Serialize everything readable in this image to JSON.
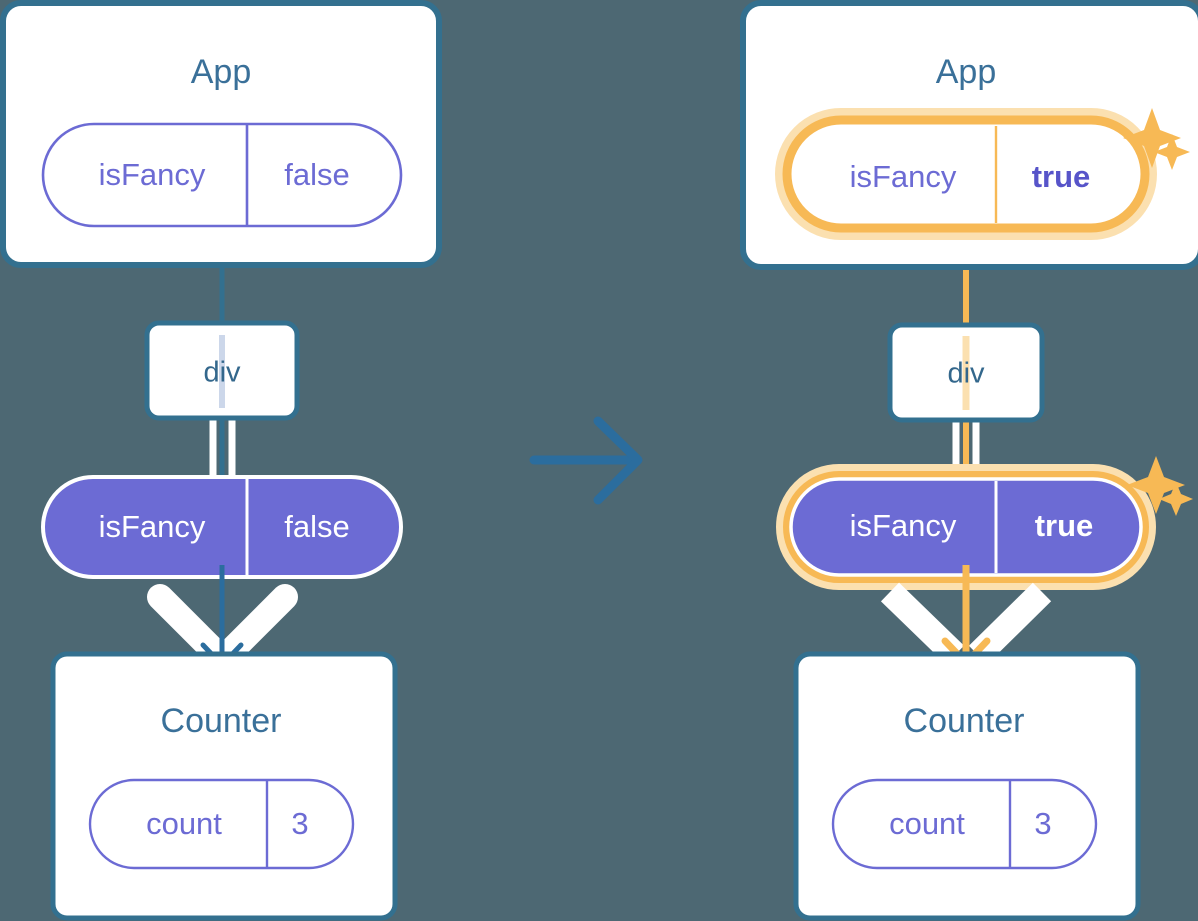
{
  "meta": {
    "colors": {
      "background": "#4d6873",
      "card_border": "#33708f",
      "card_fill": "#ffffff",
      "title_blue": "#3a7099",
      "pill_purple": "#6c6bd4",
      "pill_purple_text": "#5754c9",
      "highlight_orange": "#f7b955",
      "highlight_orange_glow": "#fbe0b0",
      "arrow_white": "#ffffff",
      "arrow_blue": "#2b6d9e",
      "line_light_blue": "#ccd7ea"
    }
  },
  "before": {
    "app_card": {
      "title": "App",
      "pill": {
        "name": "isFancy",
        "value": "false",
        "style": "outline"
      }
    },
    "div_node": {
      "label": "div"
    },
    "props_pill": {
      "name": "isFancy",
      "value": "false",
      "style": "filled"
    },
    "counter_card": {
      "title": "Counter",
      "pill": {
        "name": "count",
        "value": "3",
        "style": "outline"
      }
    }
  },
  "transition": {
    "arrow": "right-arrow-icon"
  },
  "after": {
    "app_card": {
      "title": "App",
      "pill": {
        "name": "isFancy",
        "value": "true",
        "style": "outline-highlighted",
        "highlighted": true
      }
    },
    "sparkle_top": "sparkle-icon",
    "div_node": {
      "label": "div"
    },
    "props_pill": {
      "name": "isFancy",
      "value": "true",
      "style": "filled-highlighted",
      "highlighted": true
    },
    "sparkle_mid": "sparkle-icon",
    "counter_card": {
      "title": "Counter",
      "pill": {
        "name": "count",
        "value": "3",
        "style": "outline"
      }
    }
  }
}
